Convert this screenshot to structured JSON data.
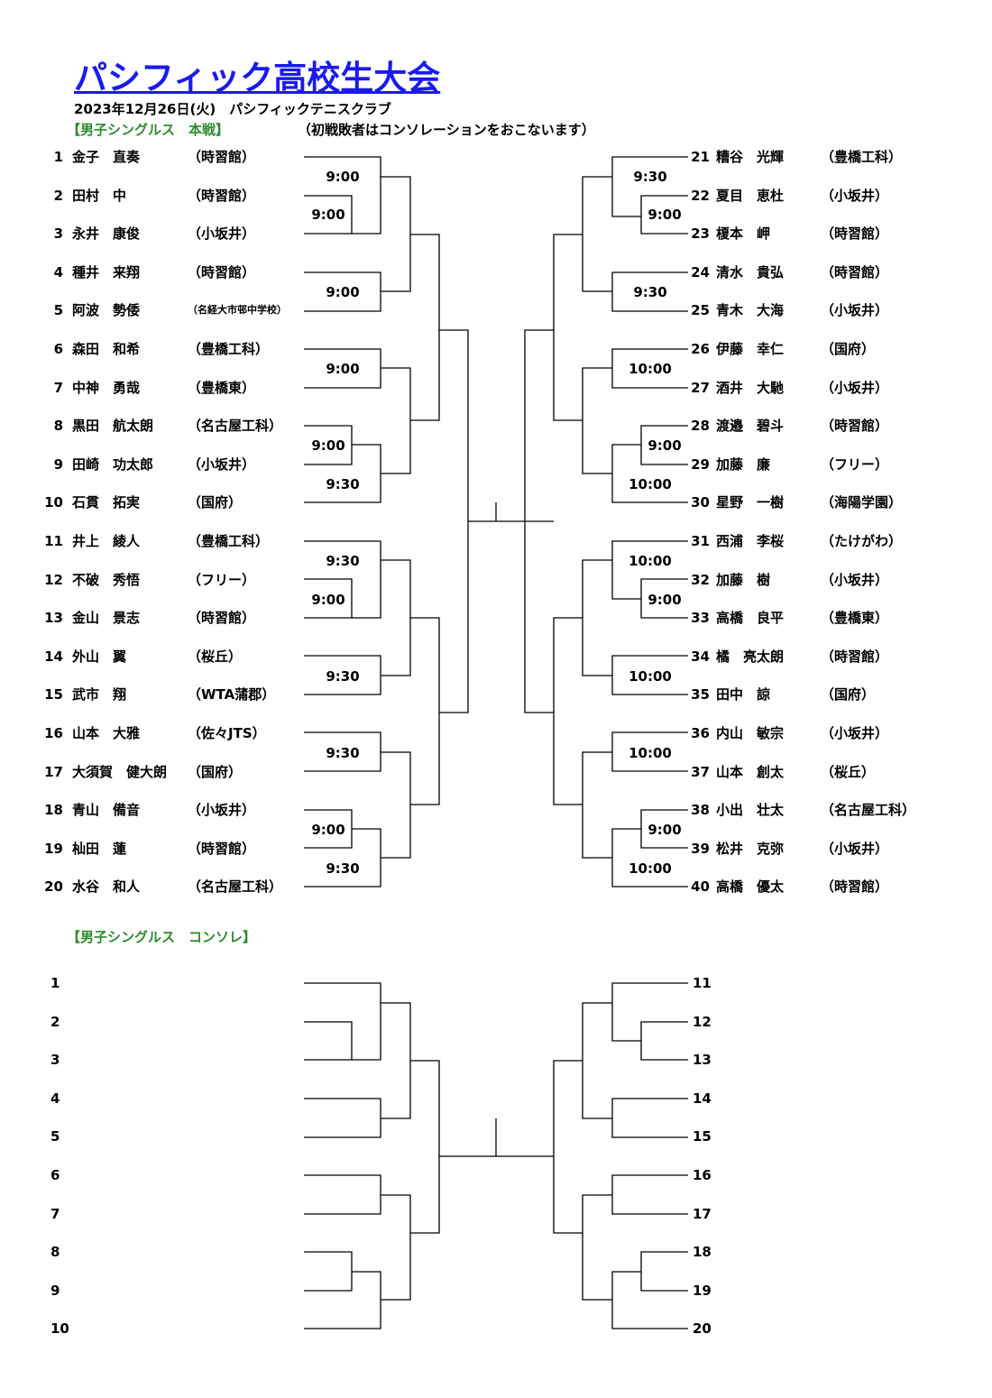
{
  "title": "パシフィック高校生大会",
  "date_venue": "2023年12月26日(火)　パシフィックテニスクラブ",
  "main_section": {
    "label": "【男子シングルス　本戦】",
    "note": "（初戦敗者はコンソレーションをおこないます）",
    "left_players": [
      {
        "num": "1",
        "name": "金子　直奏",
        "team": "（時習館）"
      },
      {
        "num": "2",
        "name": "田村　中",
        "team": "（時習館）"
      },
      {
        "num": "3",
        "name": "永井　康俊",
        "team": "（小坂井）"
      },
      {
        "num": "4",
        "name": "種井　来翔",
        "team": "（時習館）"
      },
      {
        "num": "5",
        "name": "阿波　勢倭",
        "team": "（名経大市邨中学校）"
      },
      {
        "num": "6",
        "name": "森田　和希",
        "team": "（豊橋工科）"
      },
      {
        "num": "7",
        "name": "中神　勇哉",
        "team": "（豊橋東）"
      },
      {
        "num": "8",
        "name": "黒田　航太朗",
        "team": "（名古屋工科）"
      },
      {
        "num": "9",
        "name": "田崎　功太郎",
        "team": "（小坂井）"
      },
      {
        "num": "10",
        "name": "石貫　拓実",
        "team": "（国府）"
      },
      {
        "num": "11",
        "name": "井上　綾人",
        "team": "（豊橋工科）"
      },
      {
        "num": "12",
        "name": "不破　秀悟",
        "team": "（フリー）"
      },
      {
        "num": "13",
        "name": "金山　景志",
        "team": "（時習館）"
      },
      {
        "num": "14",
        "name": "外山　翼",
        "team": "（桜丘）"
      },
      {
        "num": "15",
        "name": "武市　翔",
        "team": "（WTA蒲郡）"
      },
      {
        "num": "16",
        "name": "山本　大雅",
        "team": "（佐々JTS）"
      },
      {
        "num": "17",
        "name": "大須賀　健大朗",
        "team": "（国府）"
      },
      {
        "num": "18",
        "name": "青山　備音",
        "team": "（小坂井）"
      },
      {
        "num": "19",
        "name": "杣田　蓮",
        "team": "（時習館）"
      },
      {
        "num": "20",
        "name": "水谷　和人",
        "team": "（名古屋工科）"
      }
    ],
    "right_players": [
      {
        "num": "21",
        "name": "糟谷　光輝",
        "team": "（豊橋工科）"
      },
      {
        "num": "22",
        "name": "夏目　恵杜",
        "team": "（小坂井）"
      },
      {
        "num": "23",
        "name": "榎本　岬",
        "team": "（時習館）"
      },
      {
        "num": "24",
        "name": "清水　貴弘",
        "team": "（時習館）"
      },
      {
        "num": "25",
        "name": "青木　大海",
        "team": "（小坂井）"
      },
      {
        "num": "26",
        "name": "伊藤　幸仁",
        "team": "（国府）"
      },
      {
        "num": "27",
        "name": "酒井　大馳",
        "team": "（小坂井）"
      },
      {
        "num": "28",
        "name": "渡邉　碧斗",
        "team": "（時習館）"
      },
      {
        "num": "29",
        "name": "加藤　廉",
        "team": "（フリー）"
      },
      {
        "num": "30",
        "name": "星野　一樹",
        "team": "（海陽学園）"
      },
      {
        "num": "31",
        "name": "西浦　李桜",
        "team": "（たけがわ）"
      },
      {
        "num": "32",
        "name": "加藤　樹",
        "team": "（小坂井）"
      },
      {
        "num": "33",
        "name": "高橋　良平",
        "team": "（豊橋東）"
      },
      {
        "num": "34",
        "name": "橘　亮太朗",
        "team": "（時習館）"
      },
      {
        "num": "35",
        "name": "田中　諒",
        "team": "（国府）"
      },
      {
        "num": "36",
        "name": "内山　敏宗",
        "team": "（小坂井）"
      },
      {
        "num": "37",
        "name": "山本　創太",
        "team": "（桜丘）"
      },
      {
        "num": "38",
        "name": "小出　壮太",
        "team": "（名古屋工科）"
      },
      {
        "num": "39",
        "name": "松井　克弥",
        "team": "（小坂井）"
      },
      {
        "num": "40",
        "name": "高橋　優太",
        "team": "（時習館）"
      }
    ],
    "left_times": [
      "9:00",
      "9:00",
      "9:00",
      "9:00",
      "9:00",
      "9:30",
      "9:30",
      "9:00",
      "9:30",
      "9:30",
      "9:00",
      "9:30"
    ],
    "right_times": [
      "9:30",
      "9:00",
      "9:30",
      "10:00",
      "9:00",
      "10:00",
      "10:00",
      "9:00",
      "10:00",
      "10:00",
      "9:00",
      "10:00"
    ]
  },
  "consolation_section": {
    "label": "【男子シングルス　コンソレ】",
    "left_numbers": [
      "1",
      "2",
      "3",
      "4",
      "5",
      "6",
      "7",
      "8",
      "9",
      "10"
    ],
    "right_numbers": [
      "11",
      "12",
      "13",
      "14",
      "15",
      "16",
      "17",
      "18",
      "19",
      "20"
    ]
  }
}
